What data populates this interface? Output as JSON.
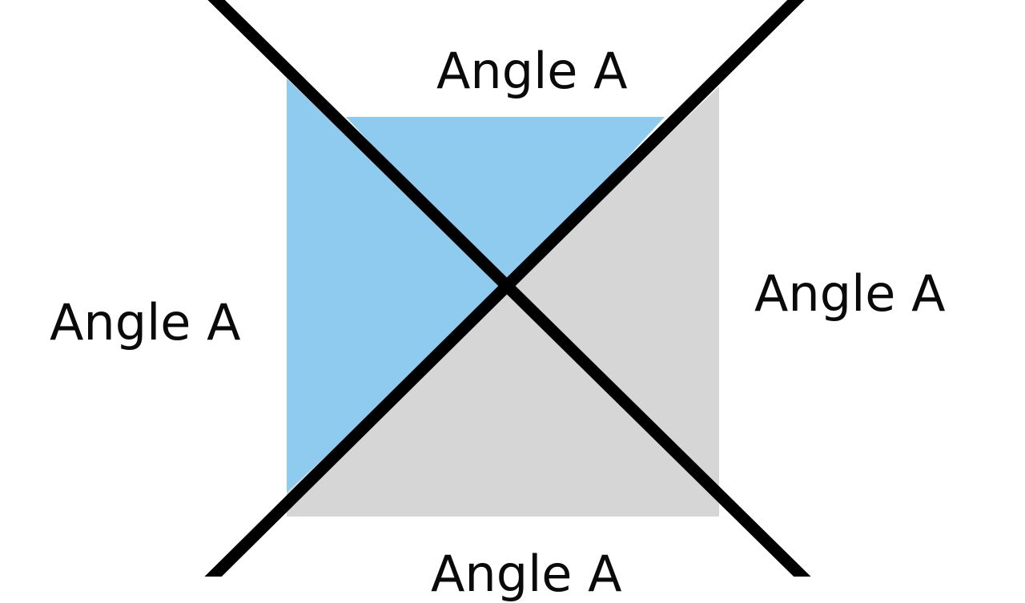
{
  "diagram": {
    "type": "intersecting-lines-vertical-angles",
    "colors": {
      "background": "#ffffff",
      "highlight": "#8ecbef",
      "neutral": "#d6d6d6",
      "line": "#000000",
      "text": "#0a0a0a"
    },
    "labels": {
      "top": "Angle A",
      "left": "Angle A",
      "right": "Angle A",
      "bottom": "Angle A"
    }
  }
}
